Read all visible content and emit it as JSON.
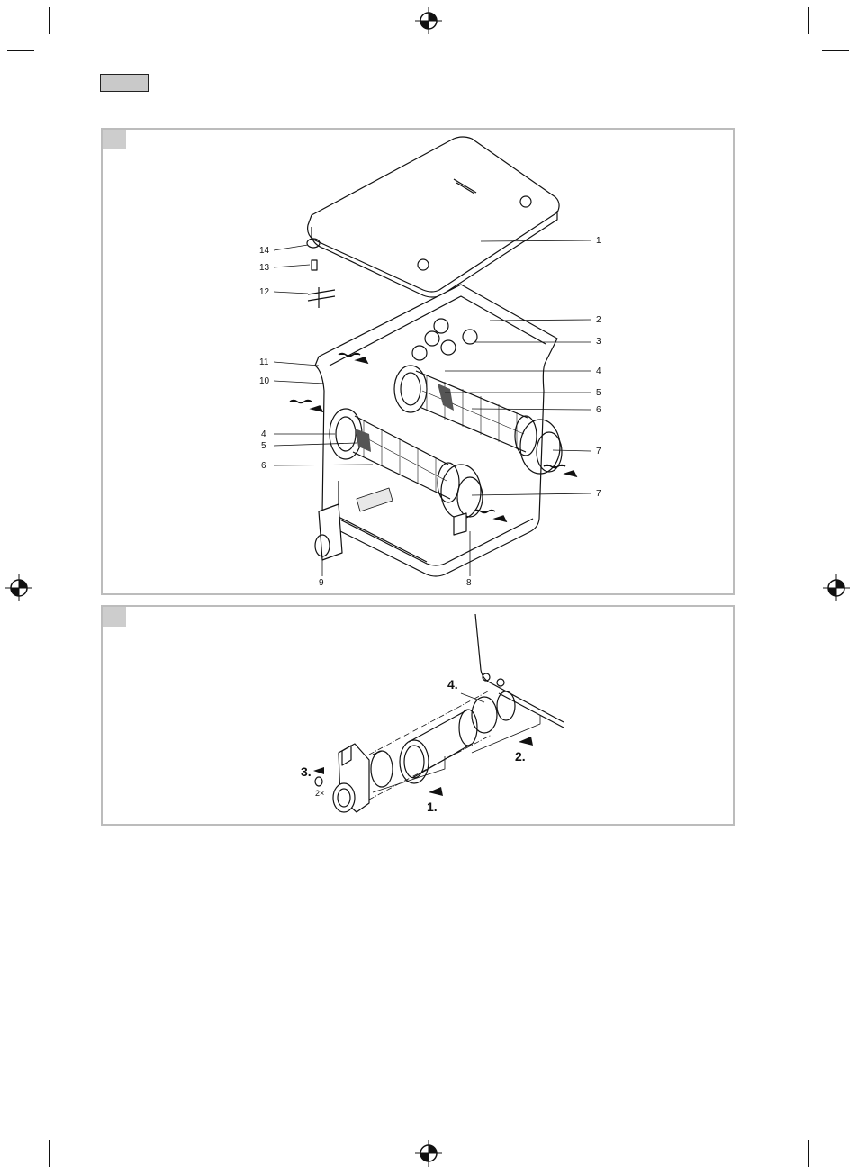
{
  "figure1": {
    "callouts_left": [
      "14",
      "13",
      "12",
      "11",
      "10",
      "4",
      "5",
      "6"
    ],
    "callouts_right": [
      "1",
      "2",
      "3",
      "4",
      "5",
      "6",
      "7",
      "7"
    ],
    "callouts_bottom": [
      "9",
      "8"
    ]
  },
  "figure2": {
    "steps": [
      "1.",
      "2.",
      "3.",
      "4."
    ],
    "quantity": "2×"
  },
  "icons": [
    "registration-mark-icon",
    "flow-arrow-icon"
  ]
}
